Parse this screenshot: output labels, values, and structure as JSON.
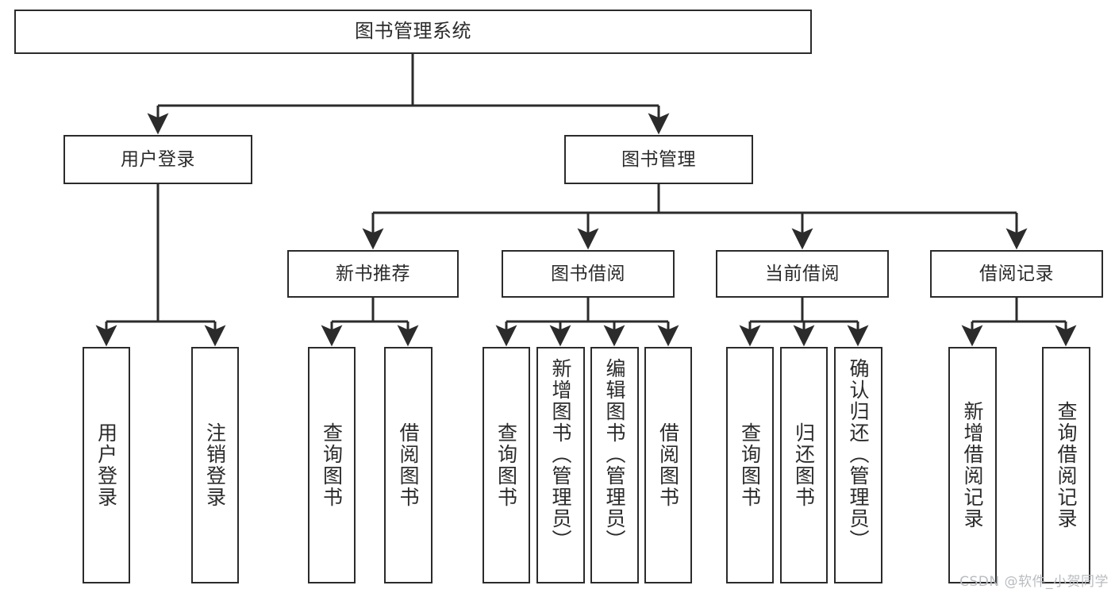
{
  "diagram": {
    "title": "图书管理系统",
    "type": "tree-hierarchy",
    "watermark": "CSDN @软件_小贺同学",
    "colors": {
      "stroke": "#2b2b2b",
      "fill": "#ffffff",
      "text": "#2b2b2b",
      "watermark": "#b9bcc0"
    },
    "nodes": {
      "root": {
        "label": "图书管理系统"
      },
      "level2": [
        {
          "id": "user-login",
          "label": "用户登录"
        },
        {
          "id": "book-manage",
          "label": "图书管理"
        }
      ],
      "level3": [
        {
          "id": "new-book-recommend",
          "label": "新书推荐"
        },
        {
          "id": "book-borrow",
          "label": "图书借阅"
        },
        {
          "id": "current-borrow",
          "label": "当前借阅"
        },
        {
          "id": "borrow-record",
          "label": "借阅记录"
        }
      ],
      "leaves": {
        "user-login": [
          {
            "id": "leaf-user-login",
            "label": "用户登录"
          },
          {
            "id": "leaf-logout-login",
            "label": "注销登录"
          }
        ],
        "new-book-recommend": [
          {
            "id": "leaf-query-book-1",
            "label": "查询图书"
          },
          {
            "id": "leaf-borrow-book-1",
            "label": "借阅图书"
          }
        ],
        "book-borrow": [
          {
            "id": "leaf-query-book-2",
            "label": "查询图书"
          },
          {
            "id": "leaf-add-book",
            "label": "新增图书（管理员）"
          },
          {
            "id": "leaf-edit-book",
            "label": "编辑图书（管理员）"
          },
          {
            "id": "leaf-borrow-book-2",
            "label": "借阅图书"
          }
        ],
        "current-borrow": [
          {
            "id": "leaf-query-book-3",
            "label": "查询图书"
          },
          {
            "id": "leaf-return-book",
            "label": "归还图书"
          },
          {
            "id": "leaf-confirm-return",
            "label": "确认归还（管理员）"
          }
        ],
        "borrow-record": [
          {
            "id": "leaf-add-record",
            "label": "新增借阅记录"
          },
          {
            "id": "leaf-query-record",
            "label": "查询借阅记录"
          }
        ]
      }
    }
  }
}
